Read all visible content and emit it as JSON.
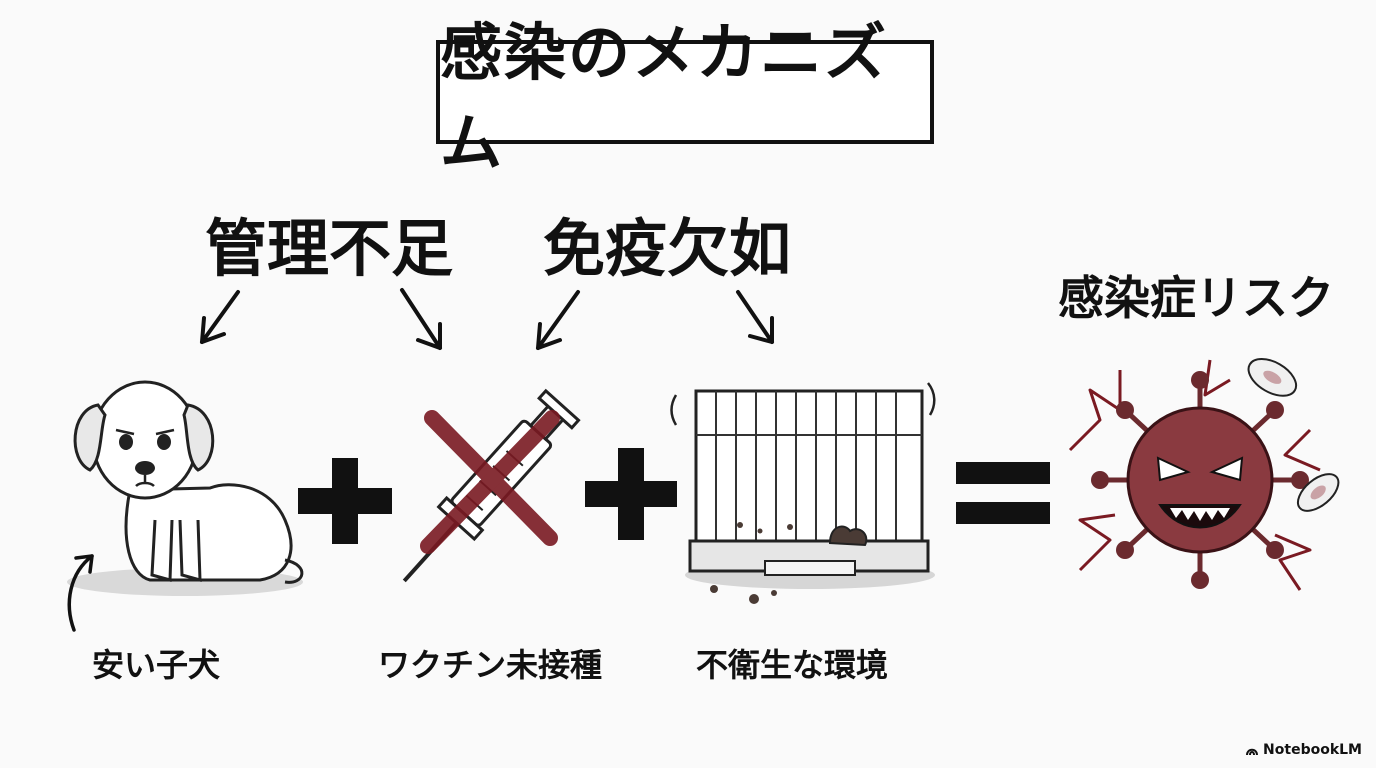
{
  "title": "感染のメカニズム",
  "causes": [
    {
      "label": "管理不足"
    },
    {
      "label": "免疫欠如"
    }
  ],
  "items": [
    {
      "icon": "sad-puppy-icon",
      "caption": "安い子犬"
    },
    {
      "icon": "crossed-syringe-icon",
      "caption": "ワクチン未接種"
    },
    {
      "icon": "dirty-cage-icon",
      "caption": "不衛生な環境"
    }
  ],
  "operators": [
    "+",
    "+",
    "="
  ],
  "result": {
    "icon": "virus-icon",
    "label": "感染症リスク"
  },
  "brand": "NotebookLM",
  "colors": {
    "ink": "#111111",
    "cross": "#7a1a22",
    "virus": "#6b2a2e",
    "background": "#fafafa"
  }
}
